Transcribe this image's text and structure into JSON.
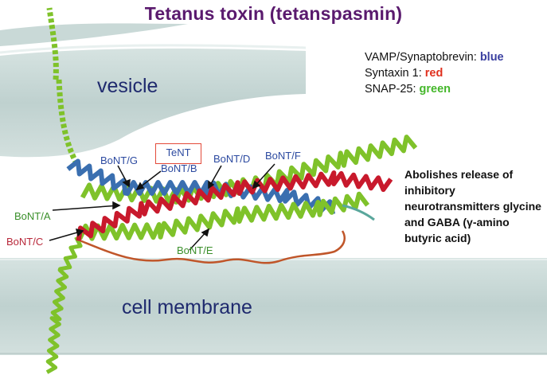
{
  "title": "Tetanus toxin (tetanspasmin)",
  "legend": {
    "vamp_prefix": "VAMP/Synaptobrevin: ",
    "vamp_color": "blue",
    "syntaxin_prefix": "Syntaxin 1: ",
    "syntaxin_color": "red",
    "snap_prefix": "SNAP-25: ",
    "snap_color": "green"
  },
  "regions": {
    "vesicle": "vesicle",
    "membrane": "cell membrane"
  },
  "toxins": {
    "bont_g": "BoNT/G",
    "tent": "TeNT",
    "bont_b": "BoNT/B",
    "bont_d": "BoNT/D",
    "bont_f": "BoNT/F",
    "bont_a": "BoNT/A",
    "bont_c": "BoNT/C",
    "bont_e": "BoNT/E"
  },
  "note": "Abolishes release of inhibitory neurotransmitters glycine and GABA (γ-amino butyric acid)",
  "colors": {
    "vamp": "#3a6fb0",
    "syntaxin": "#c8192c",
    "snap25": "#7fc22a",
    "membrane": "#c5d6d4",
    "linker": "#c0562a"
  }
}
